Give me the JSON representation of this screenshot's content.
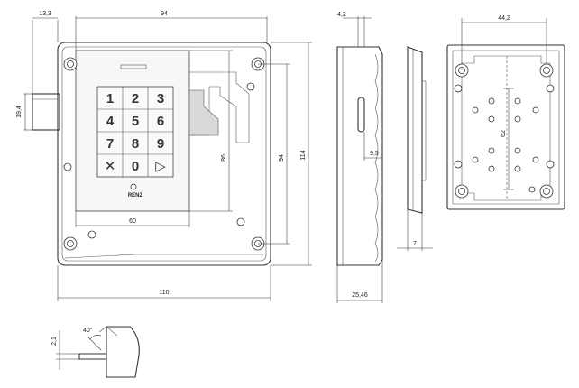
{
  "front_view": {
    "dims": {
      "bolt_offset": "13,3",
      "width_top": "94",
      "bolt_height": "19,4",
      "keypad_width": "60",
      "height_inner": "86",
      "height_mid": "94",
      "height_total": "114",
      "width_total": "110"
    },
    "keys": [
      "1",
      "2",
      "3",
      "4",
      "5",
      "6",
      "7",
      "8",
      "9",
      "✕",
      "0",
      "▷"
    ],
    "brand": "RENZ"
  },
  "side_view": {
    "dims": {
      "top_offset": "4,2",
      "slot_offset": "9,5",
      "depth_total": "25,46"
    }
  },
  "thin_view": {
    "dims": {
      "thickness": "7"
    }
  },
  "back_view": {
    "dims": {
      "hole_spacing_h": "44,2",
      "hole_spacing_v": "62"
    }
  },
  "bolt_detail": {
    "dims": {
      "bolt_tip": "2,1",
      "angle": "40°"
    }
  }
}
